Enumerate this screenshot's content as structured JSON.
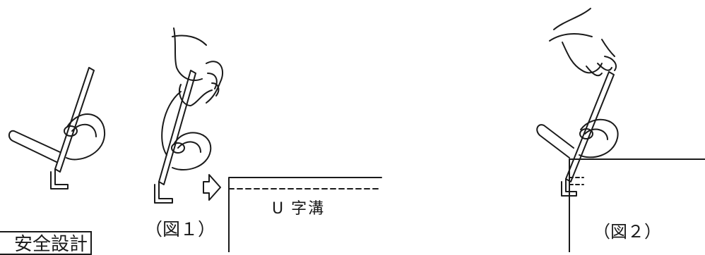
{
  "figure1": {
    "caption": "（図１）"
  },
  "figure2": {
    "caption": "（図２）"
  },
  "groove": {
    "label": "U 字溝"
  },
  "stamp": {
    "label": "安全設計"
  },
  "colors": {
    "line": "#1a1a1a",
    "background": "#ffffff"
  },
  "icons": [
    "lifting-hook-icon",
    "hand-icon",
    "arrow-right-icon"
  ]
}
